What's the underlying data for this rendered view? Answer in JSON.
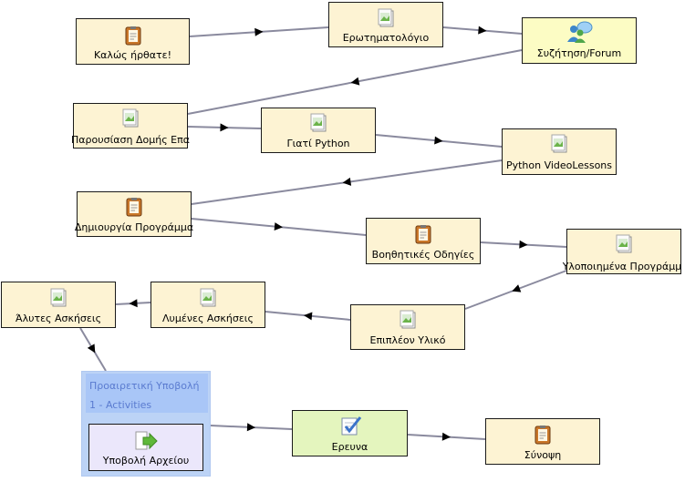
{
  "nodes": {
    "welcome": {
      "label": "Καλώς ήρθατε!",
      "icon": "notebook-icon"
    },
    "questionnaire": {
      "label": "Ερωτηματολόγιο",
      "icon": "image-page-icon"
    },
    "forum": {
      "label": "Συζήτηση/Forum",
      "icon": "forum-chat-icon"
    },
    "structure": {
      "label": "Παρουσίαση Δομής Επα",
      "icon": "image-page-icon"
    },
    "why_python": {
      "label": "Γιατί Python",
      "icon": "image-page-icon"
    },
    "video_lessons": {
      "label": "Python VideoLessons",
      "icon": "image-page-icon"
    },
    "create_program": {
      "label": "Δημιουργία Προγράμμα",
      "icon": "notebook-icon"
    },
    "help": {
      "label": "Βοηθητικές Οδηγίες",
      "icon": "notebook-icon"
    },
    "implemented": {
      "label": "Υλοποιημένα Προγράμμ",
      "icon": "image-page-icon"
    },
    "unsolved": {
      "label": "Άλυτες Ασκήσεις",
      "icon": "image-page-icon"
    },
    "solved": {
      "label": "Λυμένες Ασκήσεις",
      "icon": "image-page-icon"
    },
    "extra": {
      "label": "Επιπλέον Υλικό",
      "icon": "image-page-icon"
    },
    "research": {
      "label": "Ερευνα",
      "icon": "survey-check-icon"
    },
    "summary": {
      "label": "Σύνοψη",
      "icon": "notebook-icon"
    }
  },
  "group": {
    "title": "Προαιρετική Υποβολή",
    "subtitle": "1 - Activities",
    "activity": {
      "label": "Υποβολή Αρχείου",
      "icon": "file-submit-arrow-icon"
    }
  },
  "colors": {
    "activity_fill": "#fdf3d3",
    "forum_fill": "#fcfcc4",
    "survey_fill": "#e4f5be",
    "group_fill": "#bcd3f6",
    "group_text": "#5a7bd0",
    "edge": "#8a8a9e",
    "arrow": "#000000"
  }
}
